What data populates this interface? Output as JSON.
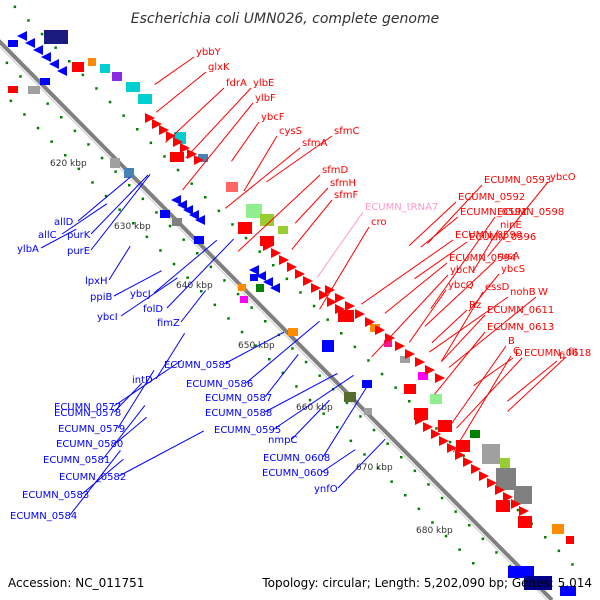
{
  "title": "Escherichia coli UMN026, complete genome",
  "footer": {
    "accession": "Accession: NC_011751",
    "info": "Topology: circular; Length: 5,202,090 bp; Genes: 5,014"
  },
  "colors": {
    "backbone": "#808080",
    "forward_gene": "#ff0000",
    "reverse_gene": "#0000ff",
    "tick": "#008000",
    "trna": "#ff99cc"
  },
  "kbp_markers": [
    "620 kbp",
    "630 kbp",
    "640 kbp",
    "650 kbp",
    "660 kbp",
    "670 kbp",
    "680 kbp"
  ],
  "right_labels": [
    "ybbY",
    "glxK",
    "fdrA",
    "ylbE",
    "ylbF",
    "ybcF",
    "cysS",
    "sfmC",
    "sfmA",
    "sfmD",
    "sfmH",
    "sfmF",
    "ECUMN_tRNA7",
    "cro",
    "ECUMN_0590",
    "ECUMN_0591",
    "ECUMN_0592",
    "ECUMN_0593",
    "ybcO",
    "ECUMN_0598",
    "ninE",
    "ECUMN_0596",
    "ECUMN_0594",
    "rusA",
    "ybcN",
    "ybcS",
    "ybcQ",
    "essD",
    "nohB",
    "W",
    "Rz",
    "ECUMN_0611",
    "ECUMN_0613",
    "B",
    "C",
    "D",
    "fi",
    "fII",
    "ECUMN_0618"
  ],
  "left_labels": [
    "ylbA",
    "allC",
    "allD",
    "purK",
    "purE",
    "lpxH",
    "ppiB",
    "ybcI",
    "ybcJ",
    "folD",
    "fimZ",
    "intD",
    "ECUMN_0585",
    "ECUMN_0577",
    "ECUMN_0586",
    "ECUMN_0578",
    "ECUMN_0587",
    "ECUMN_0579",
    "ECUMN_0588",
    "ECUMN_0595",
    "ECUMN_0580",
    "nmpC",
    "ECUMN_0581",
    "ECUMN_0608",
    "ECUMN_0582",
    "ECUMN_0609",
    "ECUMN_0583",
    "ynfO",
    "ECUMN_0584"
  ]
}
